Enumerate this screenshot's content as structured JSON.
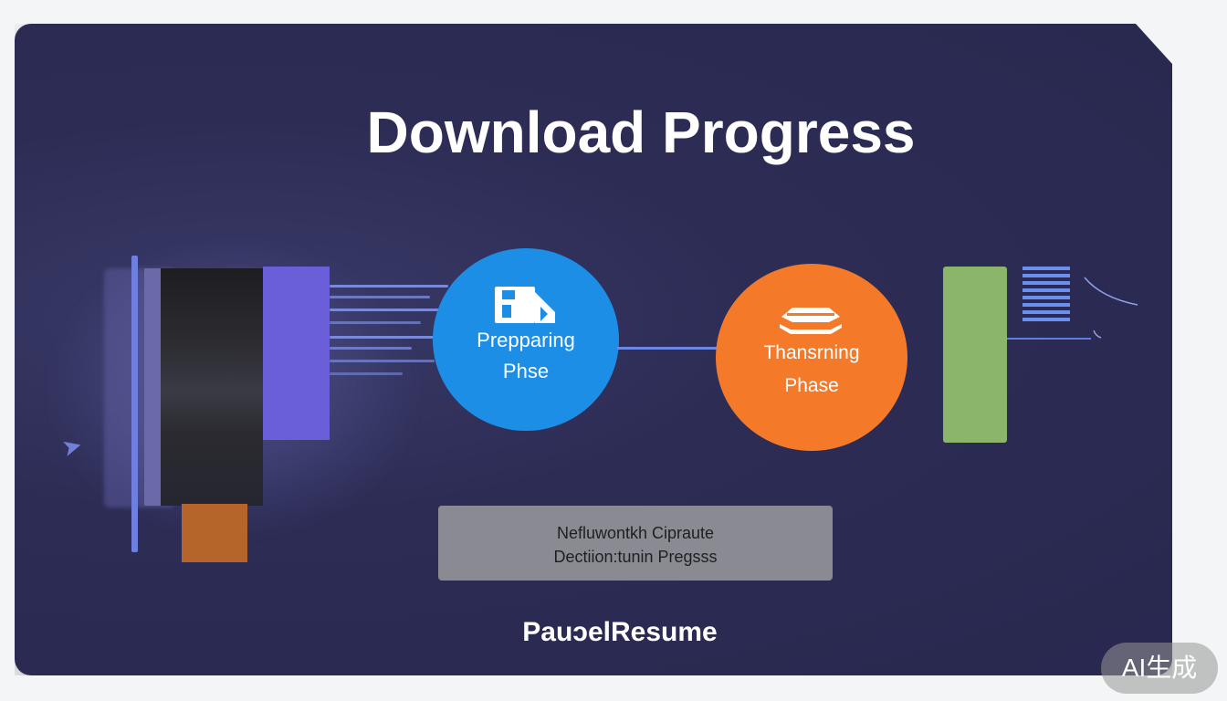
{
  "title": "Download Progress",
  "phases": [
    {
      "line1": "Prepparing",
      "line2": "Phse",
      "icon": "floppy-disk-icon",
      "color": "#1c8ee6"
    },
    {
      "line1": "Thansrning",
      "line2": "Phase",
      "icon": "layers-icon",
      "color": "#f47a2a"
    }
  ],
  "status": {
    "line1": "Nefluwontkh Cipraute",
    "line2": "Dectiion:tunin Pregsss"
  },
  "action": {
    "label": "PauɔelResume"
  },
  "watermark": "AI生成",
  "colors": {
    "background": "#28284f",
    "accent_blue": "#1c8ee6",
    "accent_orange": "#f47a2a",
    "accent_green": "#8ab56a",
    "accent_purple": "#6a5fd9"
  }
}
